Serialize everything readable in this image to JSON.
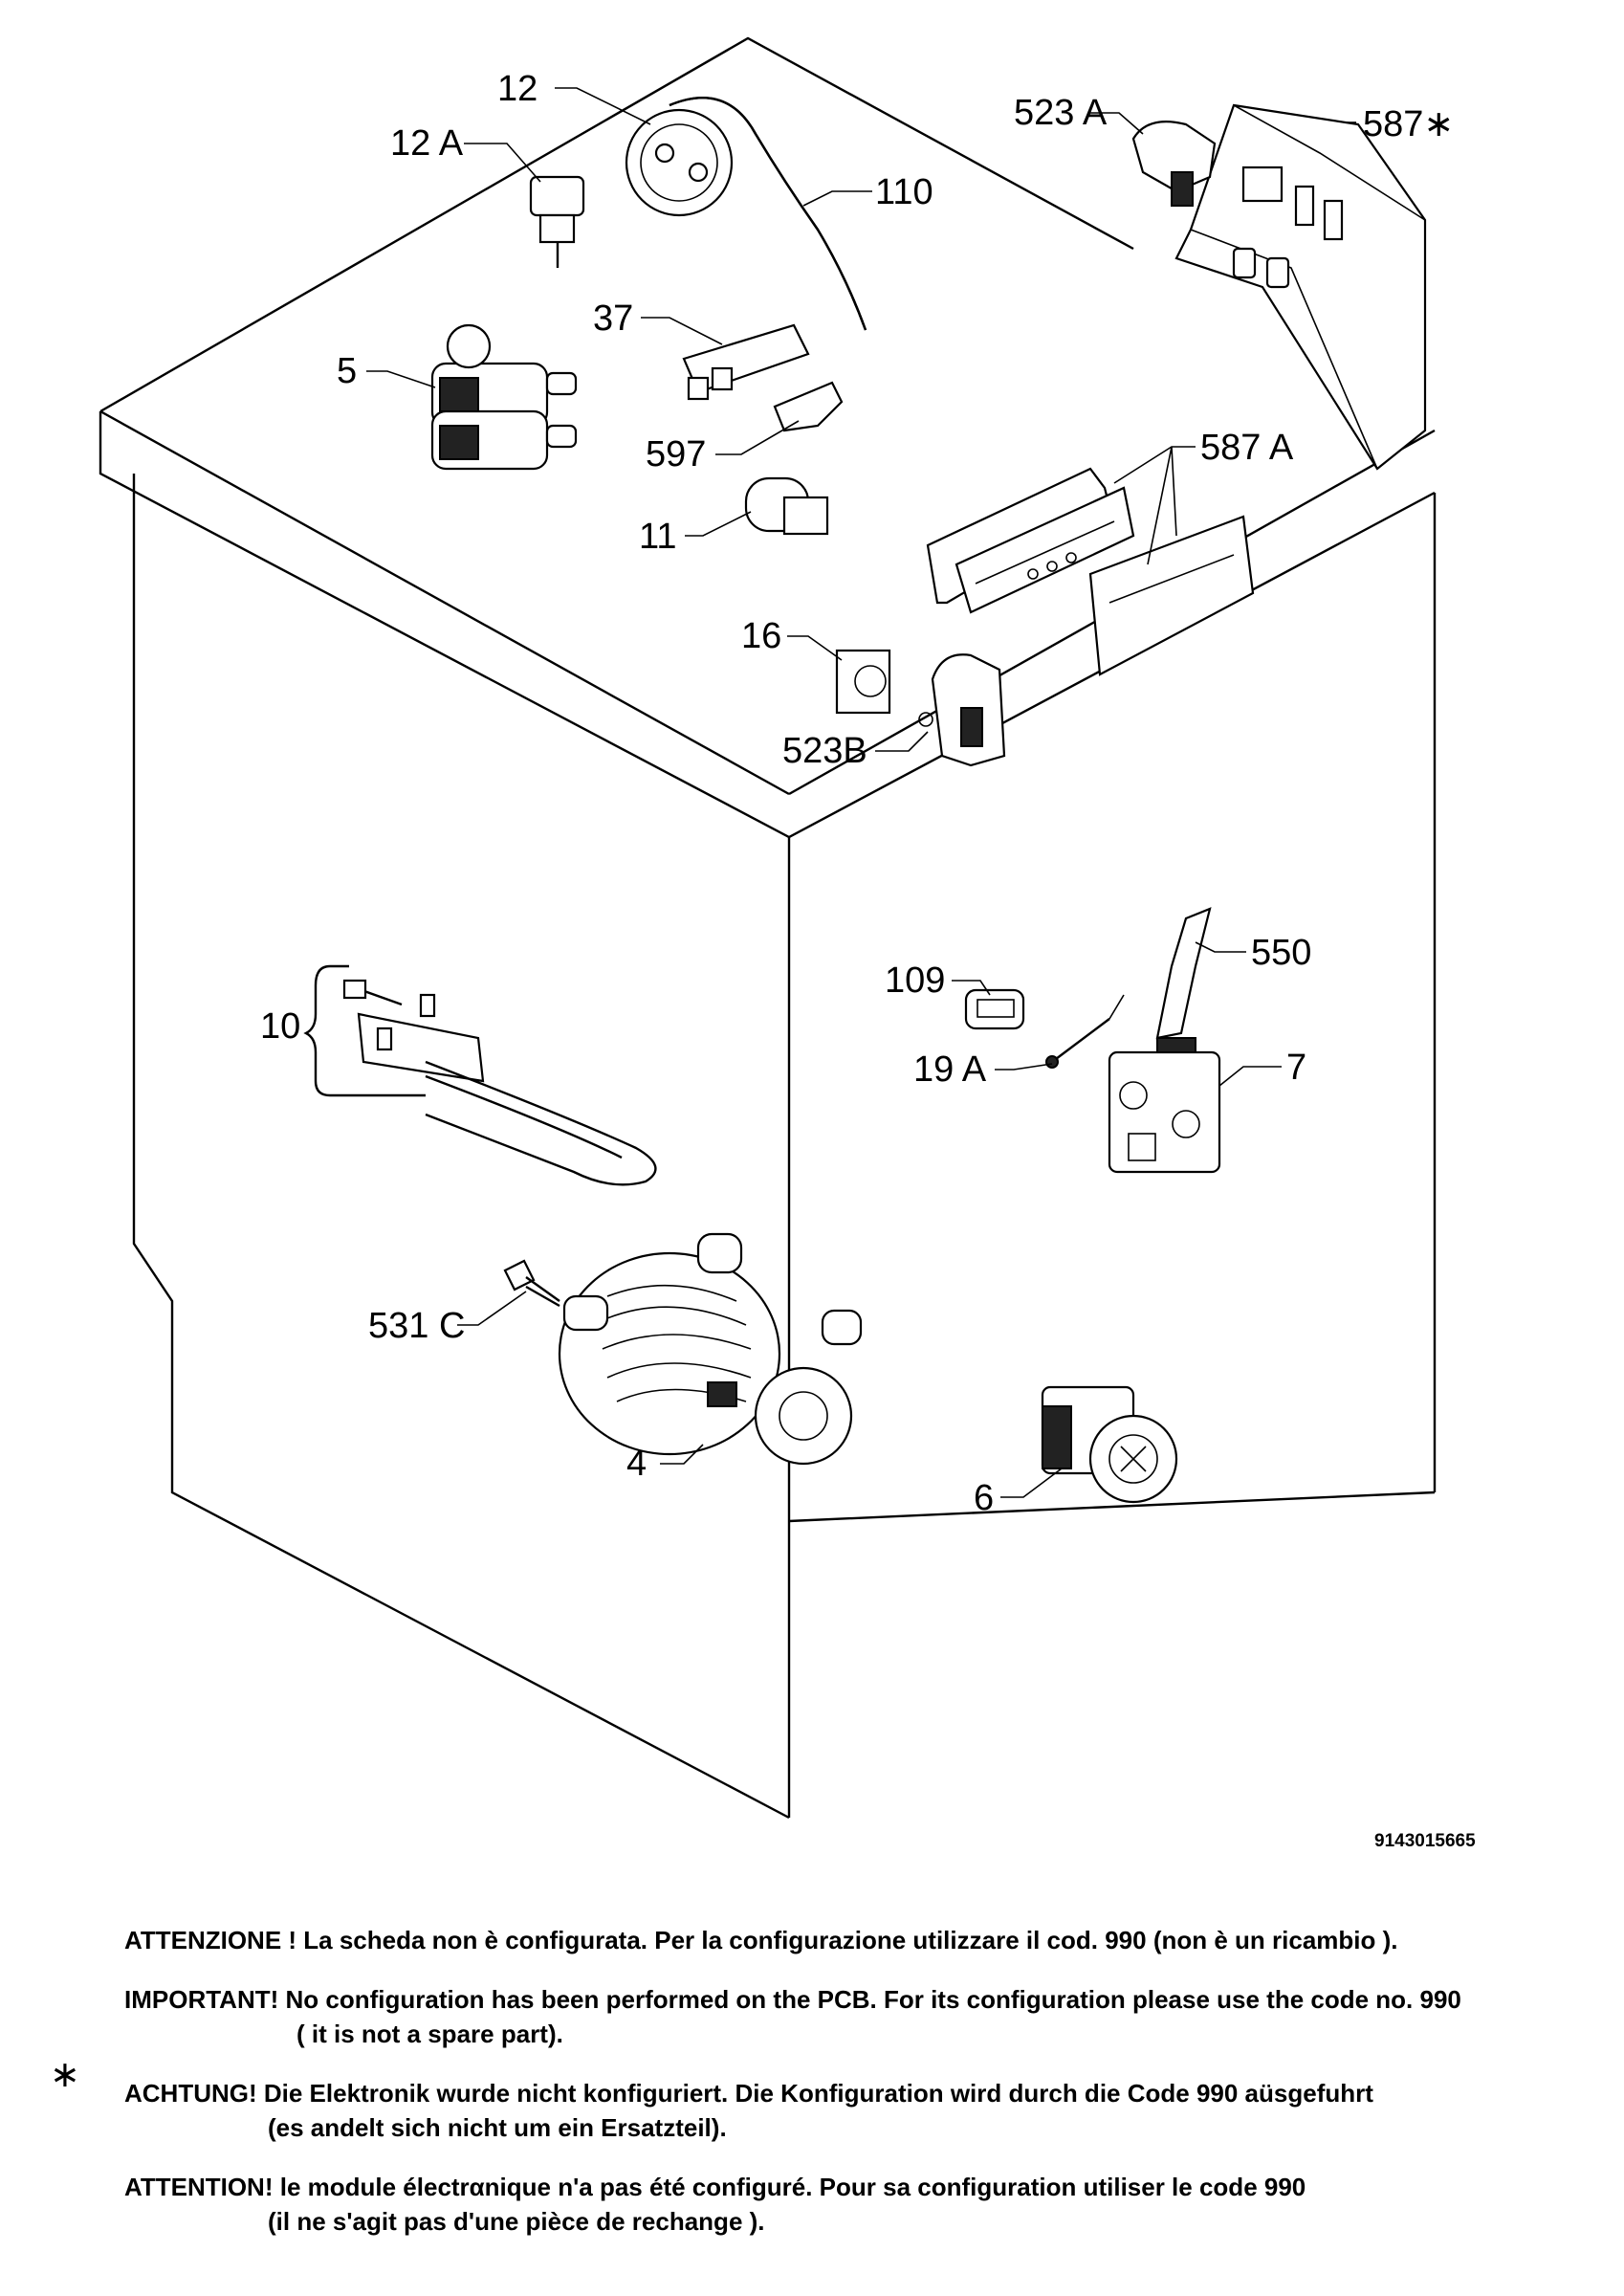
{
  "diagram": {
    "drawing_number": "9143015665",
    "callouts": [
      {
        "id": "12",
        "text": "12"
      },
      {
        "id": "12A",
        "text": "12 A"
      },
      {
        "id": "110",
        "text": "110"
      },
      {
        "id": "523A",
        "text": "523 A"
      },
      {
        "id": "587star",
        "text": "587∗"
      },
      {
        "id": "37",
        "text": "37"
      },
      {
        "id": "5",
        "text": "5"
      },
      {
        "id": "597",
        "text": "597"
      },
      {
        "id": "587A",
        "text": "587 A"
      },
      {
        "id": "11",
        "text": "11"
      },
      {
        "id": "16",
        "text": "16"
      },
      {
        "id": "523B",
        "text": "523B"
      },
      {
        "id": "109",
        "text": "109"
      },
      {
        "id": "550",
        "text": "550"
      },
      {
        "id": "10",
        "text": "10"
      },
      {
        "id": "19A",
        "text": "19 A"
      },
      {
        "id": "7",
        "text": "7"
      },
      {
        "id": "531C",
        "text": "531 C"
      },
      {
        "id": "4",
        "text": "4"
      },
      {
        "id": "6",
        "text": "6"
      }
    ]
  },
  "notes": {
    "star_symbol": "∗",
    "italian": "ATTENZIONE ! La scheda non è  configurata. Per la configurazione utilizzare il cod. 990 (non è un ricambio ).",
    "english_1": "IMPORTANT! No configuration has been performed on the PCB. For its configuration please use the code no. 990",
    "english_2": "( it is not a spare part).",
    "german_1": "ACHTUNG! Die Elektronik wurde nicht konfiguriert. Die Konfiguration wird durch die Code 990 aüsgefuhrt",
    "german_2": "(es andelt sich nicht um ein Ersatzteil).",
    "french_1": "ATTENTION! le module électrαnique n'a pas été configuré. Pour  sa configuration utiliser le code 990",
    "french_2": "(il ne s'agit pas d'une pièce de rechange )."
  }
}
